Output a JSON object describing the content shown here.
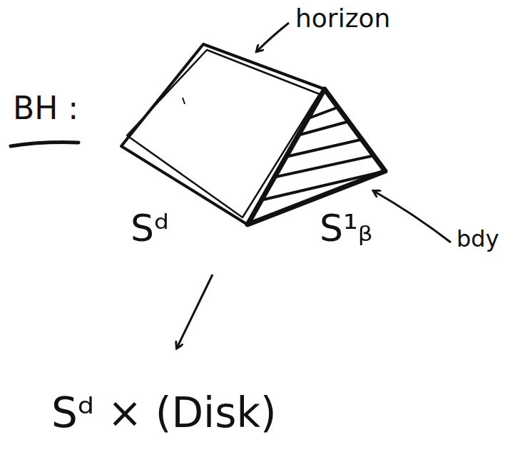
{
  "diagram": {
    "labels": [
      "BH :",
      "horizon",
      "Sᵈ",
      "S¹ᵦ",
      "bdy",
      "Sᵈ × (Disk)"
    ]
  }
}
